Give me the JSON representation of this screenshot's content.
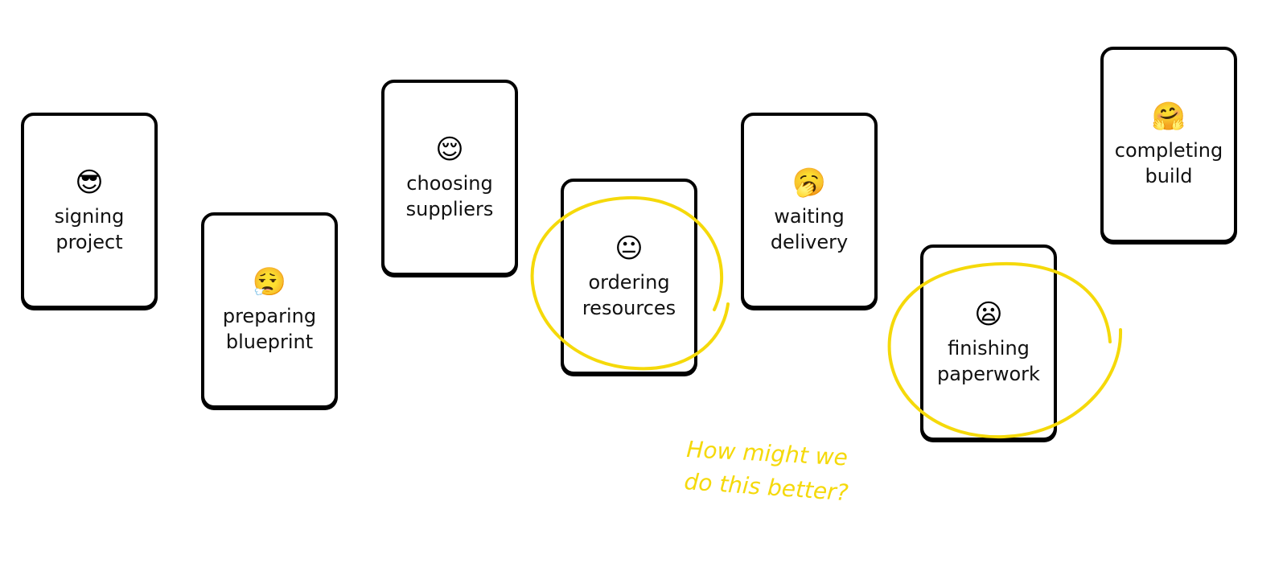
{
  "cards": [
    {
      "emoji": "😎",
      "emoji_name": "sunglasses-face-icon",
      "label": "signing\nproject"
    },
    {
      "emoji": "😮‍💨",
      "emoji_name": "exhaling-face-icon",
      "label": "preparing\nblueprint"
    },
    {
      "emoji": "😌",
      "emoji_name": "relieved-face-icon",
      "label": "choosing\nsuppliers"
    },
    {
      "emoji": "😐",
      "emoji_name": "neutral-face-icon",
      "label": "ordering\nresources"
    },
    {
      "emoji": "🥱",
      "emoji_name": "yawning-face-icon",
      "label": "waiting\ndelivery"
    },
    {
      "emoji": "😦",
      "emoji_name": "frowning-face-icon",
      "label": "finishing\npaperwork"
    },
    {
      "emoji": "🤗",
      "emoji_name": "hugging-face-icon",
      "label": "completing\nbuild"
    }
  ],
  "annotation": {
    "line1": "How might we",
    "line2": "do this better?",
    "color": "#F5D90A"
  },
  "highlighted_steps": [
    "ordering\nresources",
    "finishing\npaperwork"
  ],
  "colors": {
    "card_border": "#000000",
    "highlight": "#F5D90A",
    "background": "#ffffff"
  }
}
